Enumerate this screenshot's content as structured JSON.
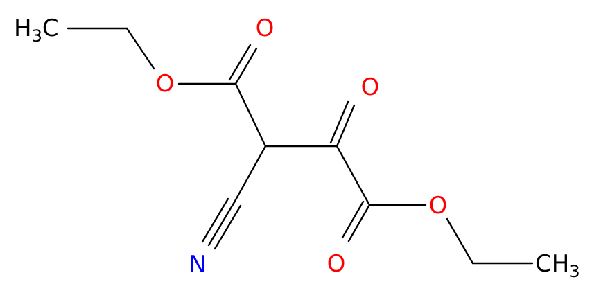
{
  "structure": {
    "atoms": {
      "methyl_left": {
        "main": "H",
        "sub": "3",
        "tail": "C"
      },
      "methyl_right": {
        "main": "CH",
        "sub": "3"
      },
      "ester_o_left": "O",
      "carbonyl_o_left": "O",
      "ketone_o": "O",
      "ester_o_right": "O",
      "carbonyl_o_right": "O",
      "nitrile_n": "N"
    },
    "colors": {
      "carbon": "#000000",
      "oxygen": "#ff0000",
      "nitrogen": "#0000ff"
    }
  }
}
